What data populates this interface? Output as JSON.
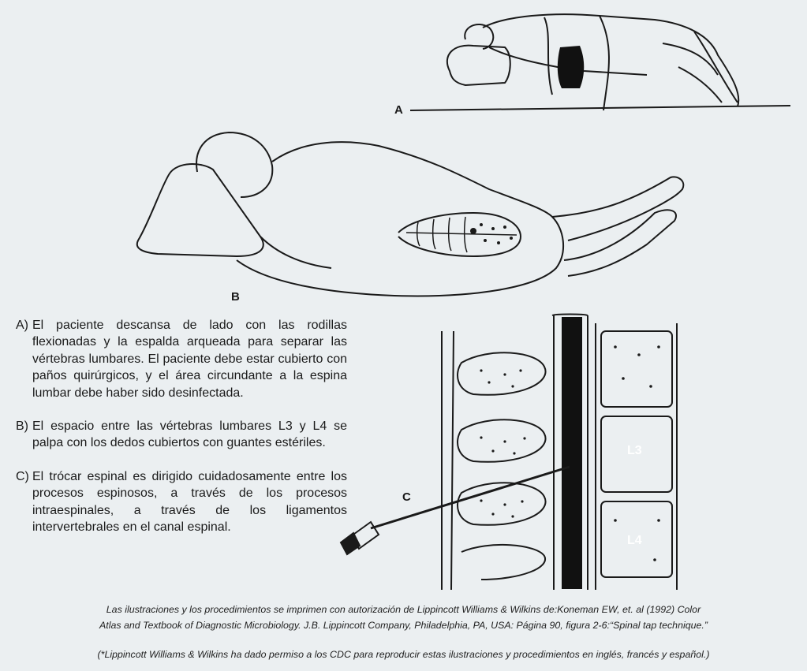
{
  "labels": {
    "a": "A",
    "b": "B",
    "c": "C"
  },
  "steps": [
    {
      "mark": "A)",
      "text": "El paciente descansa de lado con las rodillas flexionadas y la espalda arqueada para separar las vértebras lumbares. El paciente debe estar cubierto con paños quirúrgicos, y el área circundante a la espina lumbar debe haber sido desinfectada."
    },
    {
      "mark": "B)",
      "text": "El espacio entre las vértebras lumbares L3 y L4 se palpa con los dedos cubiertos con guantes estériles."
    },
    {
      "mark": "C)",
      "text": "El trócar espinal es dirigido cuidadosamente entre los procesos espinosos, a través de los procesos intraespinales, a través de los ligamentos intervertebrales en el canal espinal."
    }
  ],
  "vertebra_labels": {
    "l3": "L3",
    "l4": "L4"
  },
  "caption_line1": "Las ilustraciones y los procedimientos se imprimen con autorización de Lippincott Williams & Wilkins de:Koneman EW, et. al (1992) Color",
  "caption_line2": "Atlas and Textbook of Diagnostic Microbiology. J.B. Lippincott Company, Philadelphia, PA, USA: Página 90, figura 2-6:“Spinal tap technique.”",
  "permission_note": "(*Lippincott Williams & Wilkins ha dado permiso a los CDC para reproducir estas ilustraciones y procedimientos en inglés, francés y español.)",
  "colors": {
    "background": "#ebeff1",
    "ink": "#1a1a1a"
  }
}
